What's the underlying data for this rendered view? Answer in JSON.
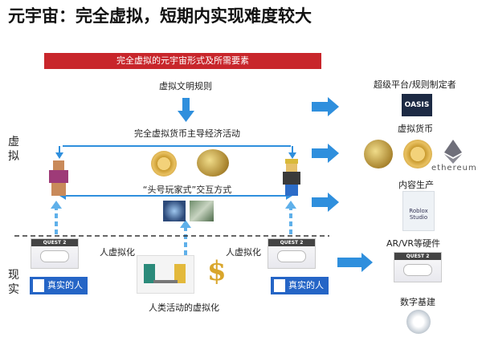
{
  "title": "元宇宙：完全虚拟，短期内实现难度较大",
  "banner": "完全虚拟的元宇宙形式及所需要素",
  "labels": {
    "virtual_rules": "虚拟文明规则",
    "economy": "完全虚拟货币主导经济活动",
    "interaction": "“头号玩家式”交互方式",
    "human_virt_left": "人虚拟化",
    "human_virt_right": "人虚拟化",
    "activity_virt": "人类活动的虚拟化",
    "side_virtual": "虚拟",
    "side_real": "现实",
    "real_person_left": "真实的人",
    "real_person_right": "真实的人"
  },
  "quest_label": "QUEST 2",
  "right_column": {
    "super_platform": "超级平台/规则制定者",
    "oasis": "OASIS",
    "virtual_currency": "虚拟货币",
    "ethereum": "ethereum",
    "content_production": "内容生产",
    "roblox": "Roblox Studio",
    "hardware": "AR/VR等硬件",
    "digital_infra": "数字基建"
  },
  "colors": {
    "accent_red": "#c8262b",
    "arrow_blue": "#2f8fdd",
    "real_blue": "#2565c6"
  }
}
